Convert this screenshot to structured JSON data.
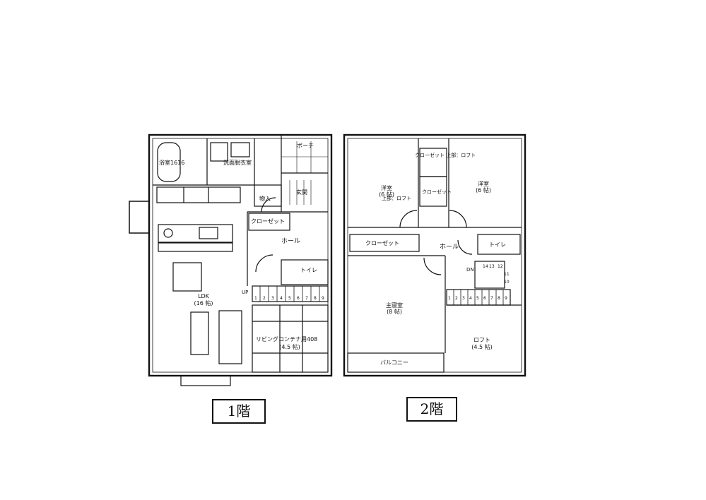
{
  "floor1": {
    "caption": "1階",
    "rooms": {
      "bath": "浴室1616",
      "washroom": "洗面脱衣室",
      "storage": "物入",
      "entrance": "玄関",
      "porch": "ポーチ",
      "closet": "クローゼット",
      "hall": "ホール",
      "toilet": "トイレ",
      "ldk": "LDK",
      "ldk_size": "(16 帖)",
      "living_container": "リビングコンテナ用408",
      "living_container_size": "(4.5 帖)",
      "up": "UP"
    },
    "stairs": [
      "1",
      "2",
      "3",
      "4",
      "5",
      "6",
      "7",
      "8",
      "9"
    ]
  },
  "floor2": {
    "caption": "2階",
    "rooms": {
      "western_left": "洋室",
      "western_left_size": "(6 帖)",
      "western_right": "洋室",
      "western_right_size": "(6 帖)",
      "closet_upper": "クローゼット 上部：ロフト",
      "closet_mid": "クローゼット",
      "upper_loft": "上部：ロフト",
      "closet_long": "クローゼット",
      "hall": "ホール",
      "toilet": "トイレ",
      "master": "主寝室",
      "master_size": "(8 帖)",
      "loft": "ロフト",
      "loft_size": "(4.5 帖)",
      "balcony": "バルコニー",
      "dn": "DN"
    },
    "stairs": [
      "1",
      "2",
      "3",
      "4",
      "5",
      "6",
      "7",
      "8",
      "9"
    ],
    "stairs_upper": [
      "14",
      "13",
      "12",
      "11",
      "10"
    ]
  }
}
